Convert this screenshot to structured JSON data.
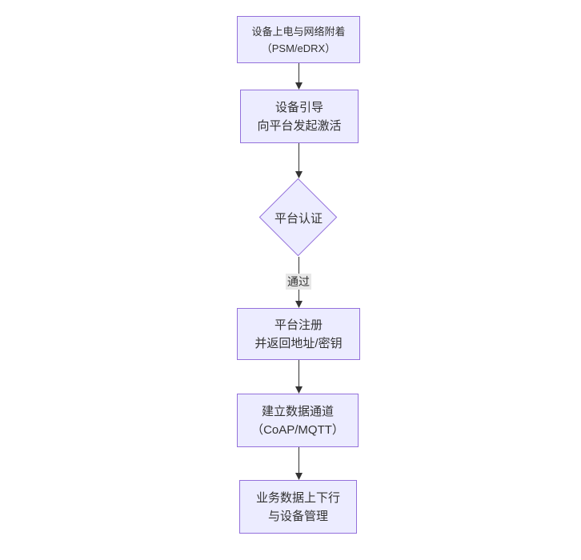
{
  "diagram": {
    "type": "flowchart",
    "direction": "top-down",
    "colors": {
      "background": "#ffffff",
      "node_fill": "#ECECFF",
      "node_border": "#9370DB",
      "node_text": "#333333",
      "edge_line": "#333333",
      "edge_label_bg": "#e8e8e8"
    },
    "nodes": [
      {
        "id": "A",
        "shape": "rect",
        "lines": [
          "设备上电与网络附着",
          "（PSM/eDRX）"
        ]
      },
      {
        "id": "B",
        "shape": "rect",
        "lines": [
          "设备引导",
          "向平台发起激活"
        ]
      },
      {
        "id": "C",
        "shape": "diamond",
        "lines": [
          "平台认证"
        ]
      },
      {
        "id": "D",
        "shape": "rect",
        "lines": [
          "平台注册",
          "并返回地址/密钥"
        ]
      },
      {
        "id": "E",
        "shape": "rect",
        "lines": [
          "建立数据通道",
          "（CoAP/MQTT）"
        ]
      },
      {
        "id": "F",
        "shape": "rect",
        "lines": [
          "业务数据上下行",
          "与设备管理"
        ]
      }
    ],
    "edges": [
      {
        "from": "A",
        "to": "B",
        "label": ""
      },
      {
        "from": "B",
        "to": "C",
        "label": ""
      },
      {
        "from": "C",
        "to": "D",
        "label": "通过"
      },
      {
        "from": "D",
        "to": "E",
        "label": ""
      },
      {
        "from": "E",
        "to": "F",
        "label": ""
      }
    ]
  }
}
